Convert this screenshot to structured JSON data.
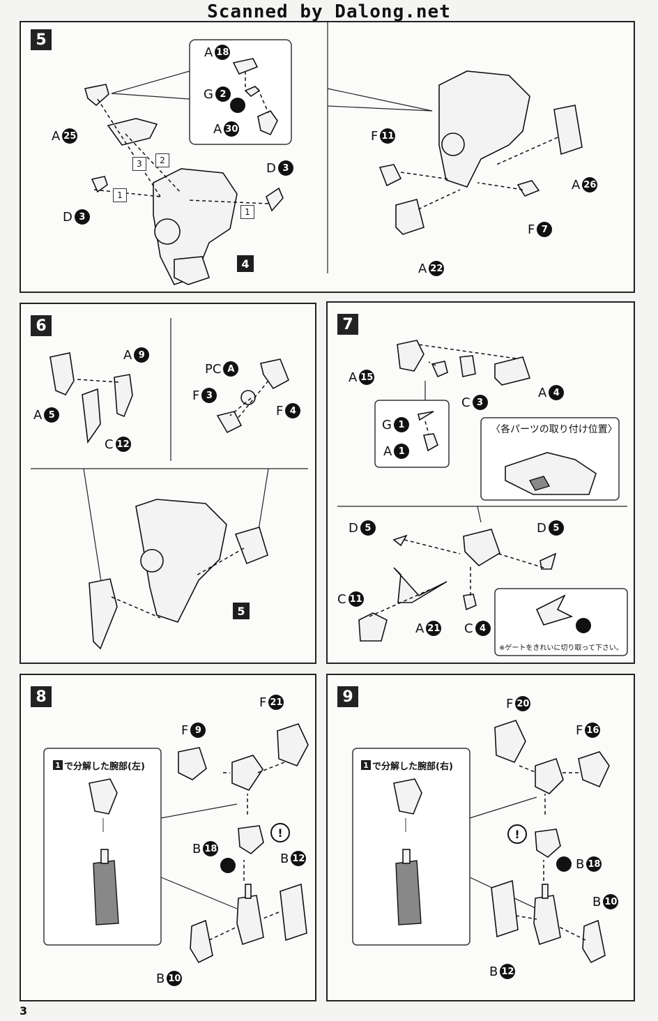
{
  "banner": "Scanned by Dalong.net",
  "page_number": "3",
  "steps": {
    "s5": {
      "num": "5",
      "ref": "4"
    },
    "s6": {
      "num": "6",
      "ref": "5"
    },
    "s7": {
      "num": "7"
    },
    "s8": {
      "num": "8"
    },
    "s9": {
      "num": "9"
    }
  },
  "step5_left": {
    "labels": [
      {
        "letter": "A",
        "n": "18"
      },
      {
        "letter": "G",
        "n": "2"
      },
      {
        "letter": "A",
        "n": "30"
      },
      {
        "letter": "A",
        "n": "25"
      },
      {
        "letter": "D",
        "n": "3"
      },
      {
        "letter": "D",
        "n": "3"
      }
    ],
    "order": [
      "1",
      "2",
      "3",
      "1"
    ]
  },
  "step5_right": {
    "labels": [
      {
        "letter": "F",
        "n": "11"
      },
      {
        "letter": "A",
        "n": "26"
      },
      {
        "letter": "F",
        "n": "7"
      },
      {
        "letter": "A",
        "n": "22"
      }
    ]
  },
  "step6": {
    "labels": [
      {
        "letter": "A",
        "n": "9"
      },
      {
        "letter": "A",
        "n": "5"
      },
      {
        "letter": "C",
        "n": "12"
      },
      {
        "letter": "PC",
        "n": "A"
      },
      {
        "letter": "F",
        "n": "3"
      },
      {
        "letter": "F",
        "n": "4"
      }
    ]
  },
  "step7": {
    "labels": [
      {
        "letter": "A",
        "n": "15"
      },
      {
        "letter": "C",
        "n": "3"
      },
      {
        "letter": "A",
        "n": "4"
      },
      {
        "letter": "G",
        "n": "1"
      },
      {
        "letter": "A",
        "n": "1"
      },
      {
        "letter": "D",
        "n": "5"
      },
      {
        "letter": "D",
        "n": "5"
      },
      {
        "letter": "C",
        "n": "11"
      },
      {
        "letter": "A",
        "n": "21"
      },
      {
        "letter": "C",
        "n": "4"
      }
    ],
    "position_note": "〈各パーツの取り付け位置〉",
    "gate_note": "※ゲートをきれいに切り取って下さい。"
  },
  "step8": {
    "box_badge": "1",
    "box_title": "で分解した腕部(左)",
    "labels": [
      {
        "letter": "F",
        "n": "21"
      },
      {
        "letter": "F",
        "n": "9"
      },
      {
        "letter": "B",
        "n": "18"
      },
      {
        "letter": "B",
        "n": "12"
      },
      {
        "letter": "B",
        "n": "10"
      }
    ]
  },
  "step9": {
    "box_badge": "1",
    "box_title": "で分解した腕部(右)",
    "labels": [
      {
        "letter": "F",
        "n": "20"
      },
      {
        "letter": "F",
        "n": "16"
      },
      {
        "letter": "B",
        "n": "18"
      },
      {
        "letter": "B",
        "n": "10"
      },
      {
        "letter": "B",
        "n": "12"
      }
    ]
  },
  "icons": {
    "caution": "exclamation-icon",
    "gate": "gate-cut-icon"
  }
}
